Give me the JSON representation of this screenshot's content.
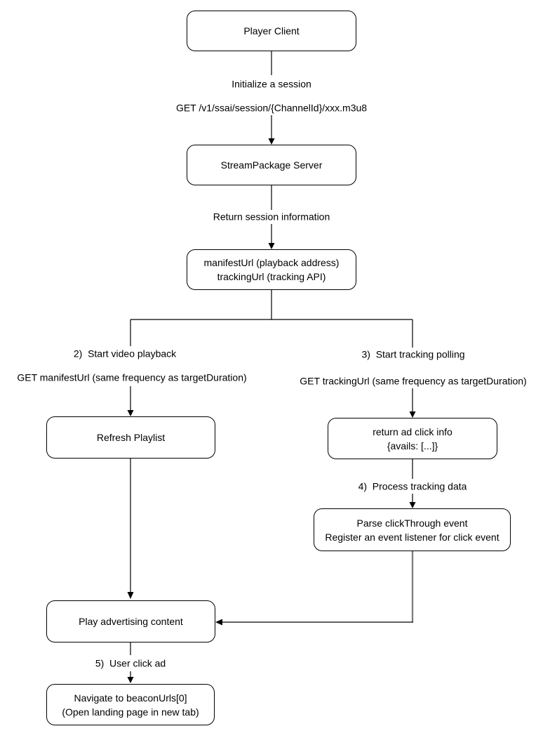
{
  "diagram_type": "flowchart",
  "colors": {
    "background": "#ffffff",
    "node_fill": "#ffffff",
    "node_border": "#000000",
    "line": "#000000",
    "line_secondary": "#808080",
    "text": "#000000"
  },
  "nodes": {
    "player_client": {
      "label": "Player Client"
    },
    "streampackage_server": {
      "label": "StreamPackage Server"
    },
    "session_info": {
      "line1": "manifestUrl (playback address)",
      "line2": "trackingUrl (tracking API)"
    },
    "refresh_playlist": {
      "label": "Refresh Playlist"
    },
    "ad_click_info": {
      "line1": "return ad click info",
      "line2": "{avails: [...]}"
    },
    "parse_event": {
      "line1": "Parse clickThrough event",
      "line2": "Register an event listener for click event"
    },
    "play_ad": {
      "label": "Play advertising content"
    },
    "navigate_beacon": {
      "line1": "Navigate to beaconUrls[0]",
      "line2": "(Open landing page in new tab)"
    }
  },
  "edge_labels": {
    "initialize_session": "Initialize a session",
    "get_session": "GET /v1/ssai/session/{ChannelId}/xxx.m3u8",
    "return_session": "Return session information",
    "start_video_playback": "2)  Start video playback",
    "get_manifest": "GET manifestUrl (same frequency as targetDuration)",
    "start_tracking_polling": "3)  Start tracking polling",
    "get_tracking": "GET trackingUrl (same frequency as targetDuration)",
    "process_tracking_data": "4)  Process tracking data",
    "user_click_ad": "5)  User click ad"
  }
}
